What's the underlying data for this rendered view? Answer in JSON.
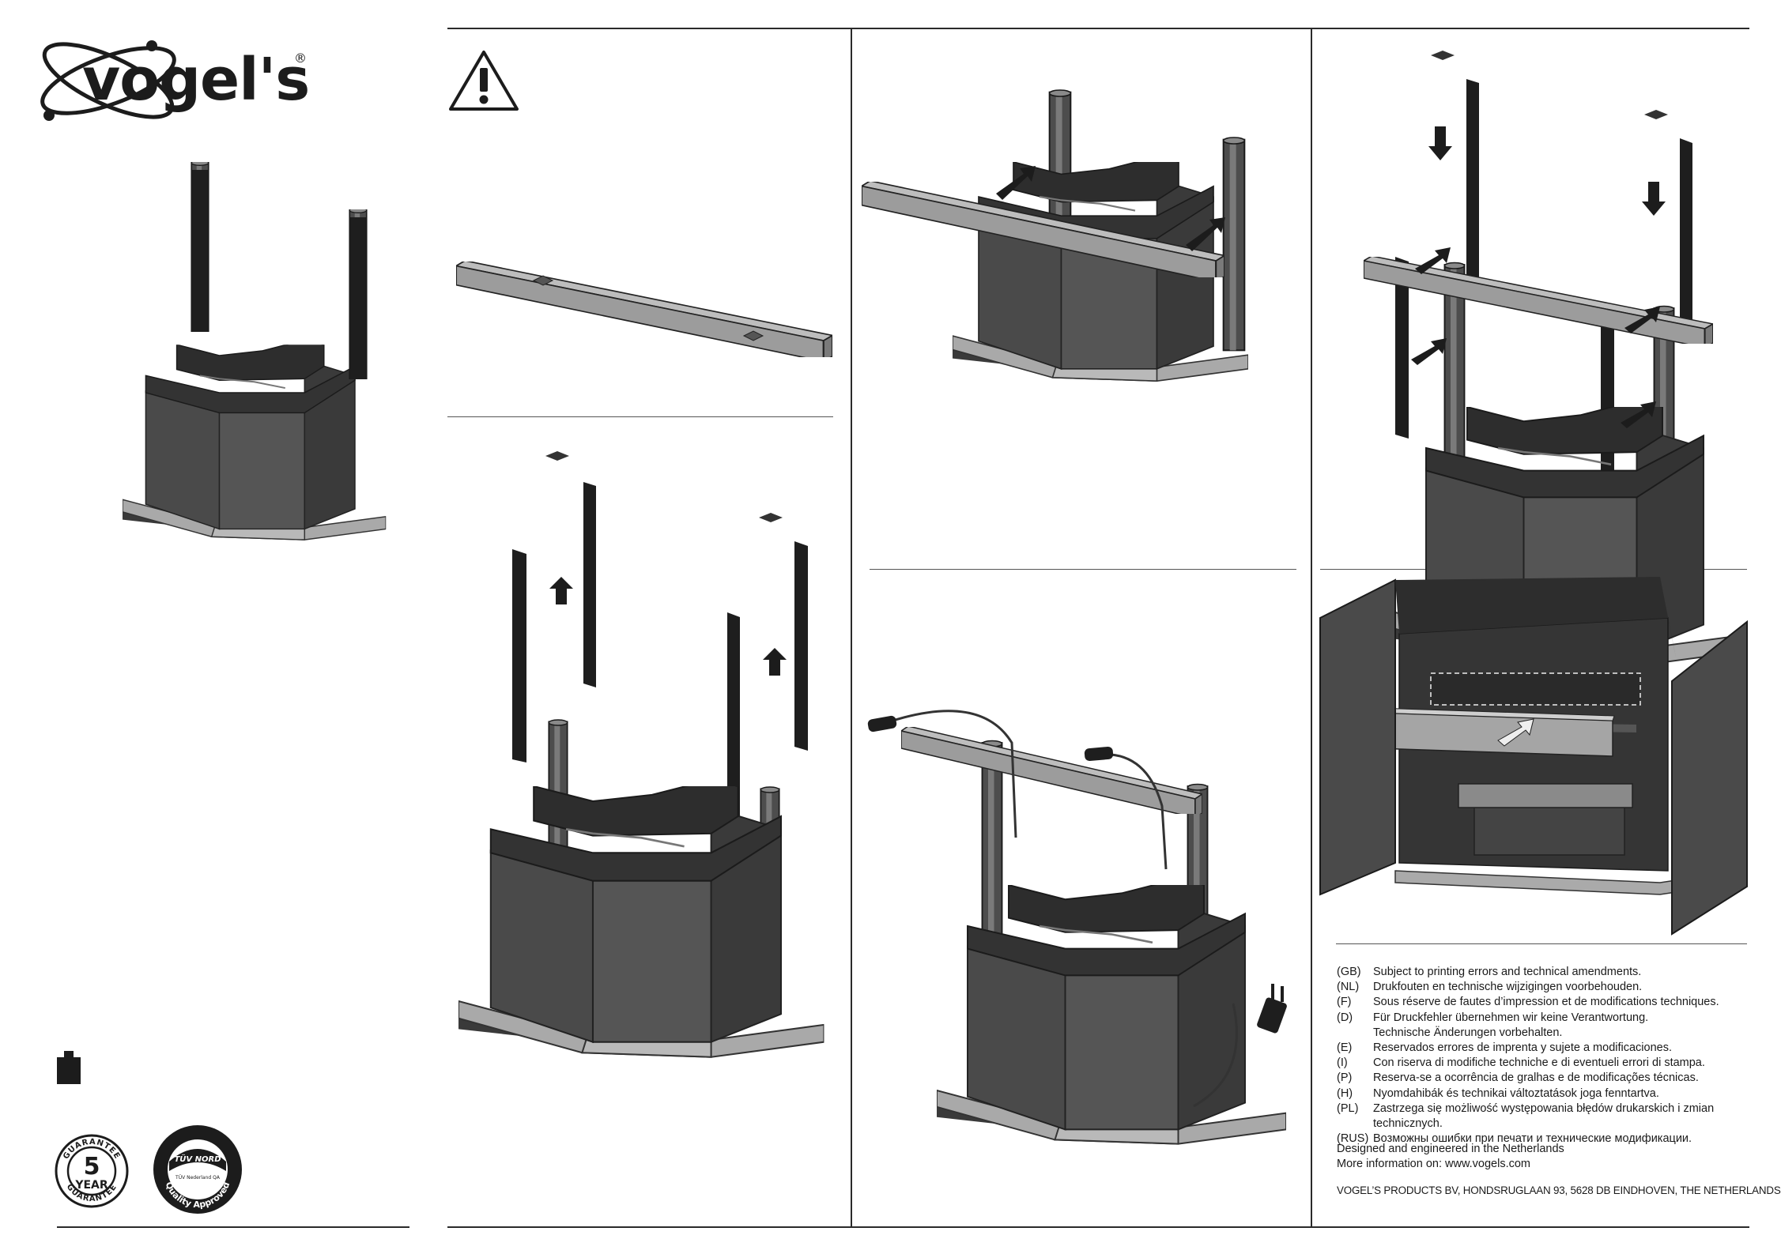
{
  "brand": {
    "name": "vogel's",
    "registered": "®"
  },
  "badges": {
    "guarantee": {
      "top": "GUARANTEE",
      "number": "5",
      "unit": "YEAR",
      "bottom": "GUARANTEE"
    },
    "tuv": {
      "brand": "TÜV NORD",
      "sub": "TÜV Nederland QA",
      "ring": "Quality Approved"
    }
  },
  "icons": [
    "vogels-logo-icon",
    "warning-triangle-icon",
    "weight-icon",
    "arrow-up-icon",
    "arrow-down-icon",
    "arrow-diagonal-icon",
    "plug-icon"
  ],
  "notes": [
    {
      "code": "(GB)",
      "text": "Subject to printing errors and technical amendments."
    },
    {
      "code": "(NL)",
      "text": "Drukfouten en technische wijzigingen voorbehouden."
    },
    {
      "code": "(F)",
      "text": "Sous réserve de fautes d’impression et de modifications techniques."
    },
    {
      "code": "(D)",
      "text": "Für Druckfehler übernehmen wir keine Verantwortung."
    },
    {
      "code": "",
      "text": "Technische Änderungen vorbehalten."
    },
    {
      "code": "(E)",
      "text": "Reservados errores de imprenta y sujete a modificaciones."
    },
    {
      "code": "(I)",
      "text": "Con riserva di modifiche techniche e di eventueli errori di stampa."
    },
    {
      "code": "(P)",
      "text": "Reserva-se a ocorrência de gralhas e de modificações técnicas."
    },
    {
      "code": "(H)",
      "text": "Nyomdahibák és technikai változtatások joga fenntartva."
    },
    {
      "code": "(PL)",
      "text": "Zastrzega się możliwość występowania błędów drukarskich i zmian technicznych."
    },
    {
      "code": "(RUS)",
      "text": "Возможны ошибки при печати и технические модификации."
    }
  ],
  "footer": {
    "designed": "Designed and engineered in the Netherlands",
    "more_info": "More information on: www.vogels.com",
    "address": "VOGEL’S PRODUCTS BV, HONDSRUGLAAN 93, 5628 DB EINDHOVEN, THE NETHERLANDS"
  },
  "colors": {
    "dark": "#2b2b2b",
    "mid": "#5a5a5a",
    "light": "#9a9a9a",
    "floor": "#bdbdbd",
    "strip": "#1e1e1e"
  }
}
